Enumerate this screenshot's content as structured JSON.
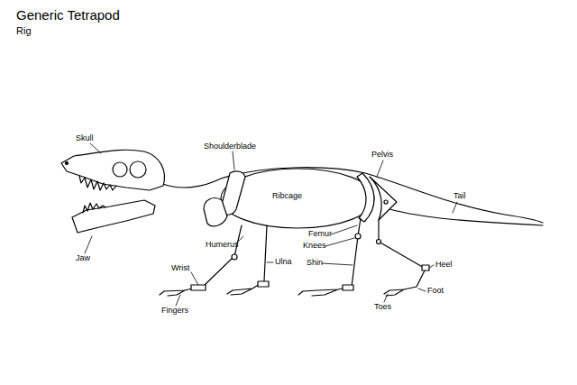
{
  "diagram": {
    "title": "Generic Tetrapod",
    "labels": [
      "Rig",
      "Skull",
      "Shoulderblade",
      "Pelvis",
      "Ribcage",
      "Tail",
      "Femur",
      "Knees",
      "Humerus",
      "Shin",
      "Ulna",
      "Heel",
      "Wrist",
      "Jaw",
      "Foot",
      "Fingers",
      "Toes"
    ]
  }
}
